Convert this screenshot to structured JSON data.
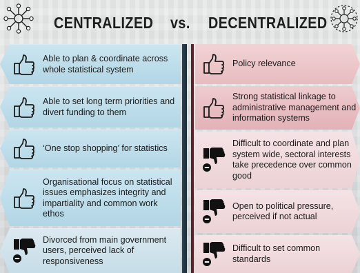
{
  "header": {
    "left_title": "CENTRALIZED",
    "vs": "vs.",
    "right_title": "DECENTRALIZED"
  },
  "colors": {
    "left_panel": "#b2d6e5",
    "right_panel": "#e8bcc0",
    "divider": "#2d4351",
    "divider_accent": "#5a2329",
    "text": "#1a1a1a"
  },
  "centralized": [
    {
      "text": "Able to plan & coordinate across whole statistical system",
      "icon": "thumbs-up-icon"
    },
    {
      "text": "Able to set long term priorities and divert funding to them",
      "icon": "thumbs-up-icon"
    },
    {
      "text": "‘One stop shopping’ for statistics",
      "icon": "thumbs-up-icon"
    },
    {
      "text": "Organisational focus on statistical issues emphasizes integrity and impartiality and common work ethos",
      "icon": "thumbs-up-icon"
    },
    {
      "text": "Divorced from main government users, perceived lack of responsiveness",
      "icon": "thumbs-down-icon"
    }
  ],
  "decentralized": [
    {
      "text": "Policy relevance",
      "icon": "thumbs-up-icon"
    },
    {
      "text": "Strong statistical linkage to administrative management and information systems",
      "icon": "thumbs-up-icon"
    },
    {
      "text": "Difficult to coordinate and plan system wide, sectoral interests take precedence over common good",
      "icon": "thumbs-down-icon"
    },
    {
      "text": "Open to political pressure, perceived if not actual",
      "icon": "thumbs-down-icon"
    },
    {
      "text": "Difficult to set common standards",
      "icon": "thumbs-down-icon"
    }
  ]
}
